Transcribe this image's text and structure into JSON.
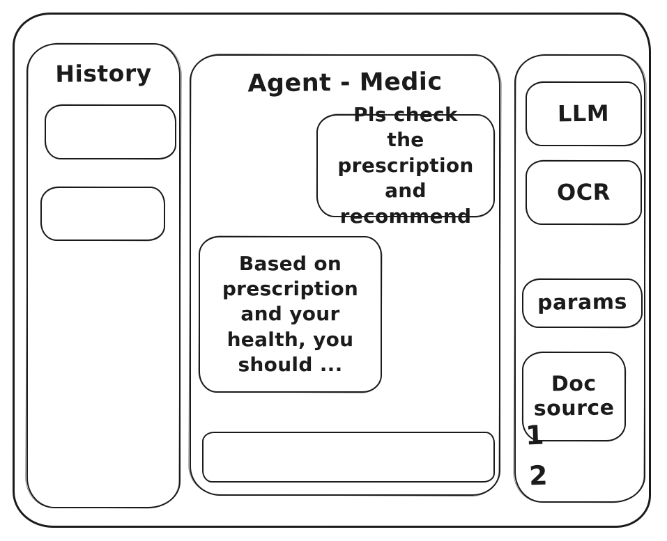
{
  "app": {
    "colors": {
      "stroke": "#1b1b1b",
      "background": "#ffffff"
    },
    "history": {
      "title": "History",
      "items": [
        {
          "label": ""
        },
        {
          "label": ""
        }
      ]
    },
    "chat": {
      "title": "Agent - Medic",
      "messages": [
        {
          "role": "user",
          "text": "Pls check the prescription and recommend"
        },
        {
          "role": "agent",
          "text": "Based on prescription and your health, you should ..."
        }
      ],
      "input": {
        "value": "",
        "placeholder": ""
      }
    },
    "tools": {
      "items": [
        {
          "label": "LLM"
        },
        {
          "label": "OCR"
        },
        {
          "label": "params"
        },
        {
          "label": "Doc source"
        }
      ],
      "annotations": [
        "1",
        "2"
      ]
    }
  }
}
